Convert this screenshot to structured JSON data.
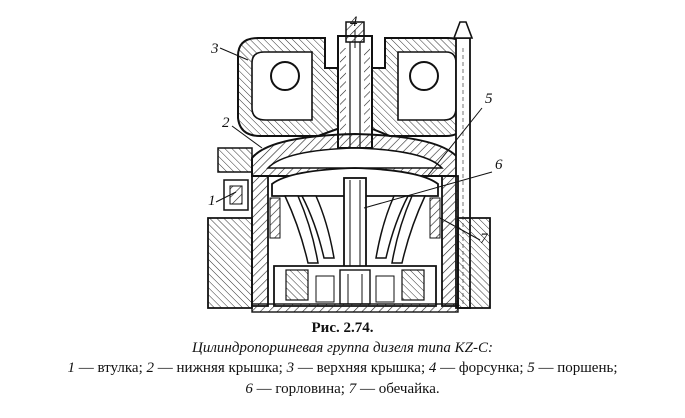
{
  "figure": {
    "callouts": {
      "c1": "1",
      "c2": "2",
      "c3": "3",
      "c4": "4",
      "c5": "5",
      "c6": "6",
      "c7": "7"
    }
  },
  "caption": {
    "number": "Рис. 2.74.",
    "title": "Цилиндропоршневая группа дизеля типа KZ-C:",
    "legend": [
      {
        "num": "1",
        "text": "втулка"
      },
      {
        "num": "2",
        "text": "нижняя крышка"
      },
      {
        "num": "3",
        "text": "верхняя крышка"
      },
      {
        "num": "4",
        "text": "форсунка"
      },
      {
        "num": "5",
        "text": "поршень"
      },
      {
        "num": "6",
        "text": "горловина"
      },
      {
        "num": "7",
        "text": "обечайка"
      }
    ],
    "dash": "—",
    "sep": ";",
    "end": "."
  }
}
